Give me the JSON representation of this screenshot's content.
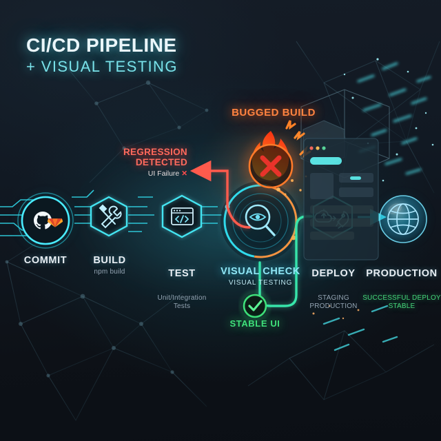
{
  "title": {
    "line1": "CI/CD PIPELINE",
    "line2": "+ VISUAL TESTING"
  },
  "annotations": {
    "bugged_build": "BUGGED BUILD",
    "regression_line1": "REGRESSION",
    "regression_line2": "DETECTED",
    "ui_failure": "UI Failure",
    "ui_failure_mark": "✕",
    "stable_ui": "STABLE UI"
  },
  "stages": [
    {
      "id": "commit",
      "label": "COMMIT",
      "sub": "",
      "icon": "github-gitlab-icon",
      "shape": "circle"
    },
    {
      "id": "build",
      "label": "BUILD",
      "sub": "npm build",
      "icon": "tools-icon",
      "shape": "hexagon"
    },
    {
      "id": "test",
      "label": "TEST",
      "sub": "Unit/Integration\nTests",
      "icon": "code-window-icon",
      "shape": "hexagon"
    },
    {
      "id": "visual-check",
      "label": "VISUAL CHECK",
      "sub": "VISUAL TESTING",
      "icon": "magnifier-eye-icon",
      "shape": "ring"
    },
    {
      "id": "deploy",
      "label": "DEPLOY",
      "sub": "STAGING\nPRODUCTION",
      "icon": "cloud-rocket-icon",
      "shape": "hexagon"
    },
    {
      "id": "production",
      "label": "PRODUCTION",
      "sub": "SUCCESSFUL DEPLOY\nSTABLE",
      "icon": "globe-icon",
      "shape": "sphere"
    }
  ],
  "colors": {
    "background": "#0d1117",
    "cyan": "#35e0ea",
    "teal": "#2fd3c0",
    "green": "#3fe07a",
    "orange": "#ff8340",
    "red": "#ff4d4d",
    "text": "#e8eef3",
    "muted": "#93a4b3"
  }
}
